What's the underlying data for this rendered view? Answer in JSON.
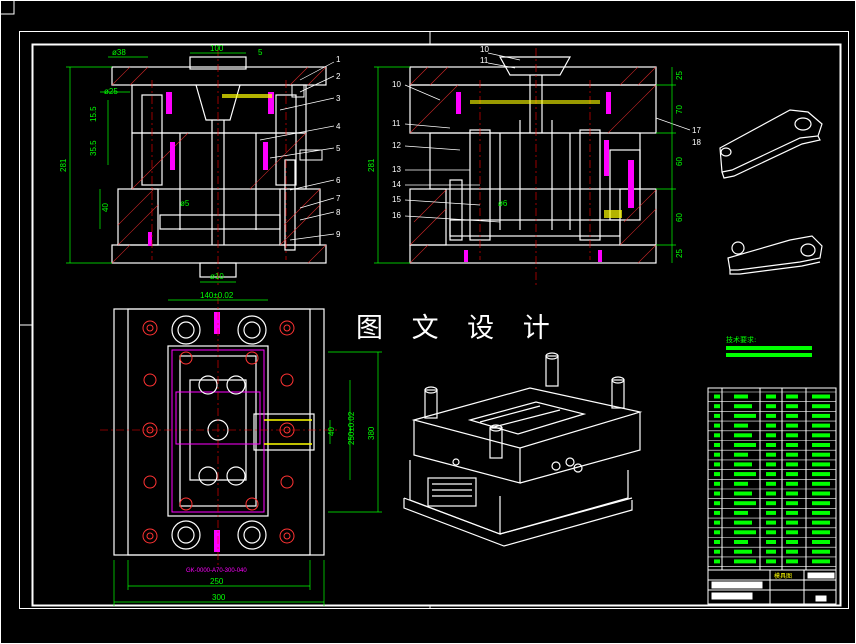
{
  "watermark": "图 文 设 计",
  "colors": {
    "background": "#000000",
    "outline": "#ffffff",
    "dimension": "#00ff00",
    "centerline": "#ff0000",
    "hatch": "#ff3333",
    "part_accent": "#ff00ff",
    "water_line": "#ffff00",
    "title_block": "#ffffff"
  },
  "front_view": {
    "dims": [
      "ø38",
      "100",
      "5",
      "ø25",
      "15.5",
      "35.5",
      "281",
      "40",
      "ø5",
      "ø10"
    ],
    "balloons": [
      "1",
      "2",
      "3",
      "4",
      "5",
      "6",
      "7",
      "8",
      "9"
    ]
  },
  "side_view": {
    "dims": [
      "10",
      "11",
      "25",
      "70",
      "60",
      "60",
      "25",
      "281",
      "ø6"
    ],
    "balloons": [
      "10",
      "11",
      "12",
      "13",
      "14",
      "15",
      "16",
      "17",
      "18"
    ]
  },
  "plan_view": {
    "dims": [
      "140±0.02",
      "250",
      "300",
      "380",
      "250±0.02",
      "40"
    ],
    "part_number": "GK-0000-A70-300-040"
  },
  "tech_notes_title": "技术要求:",
  "title_block": {
    "title": "模具图"
  }
}
